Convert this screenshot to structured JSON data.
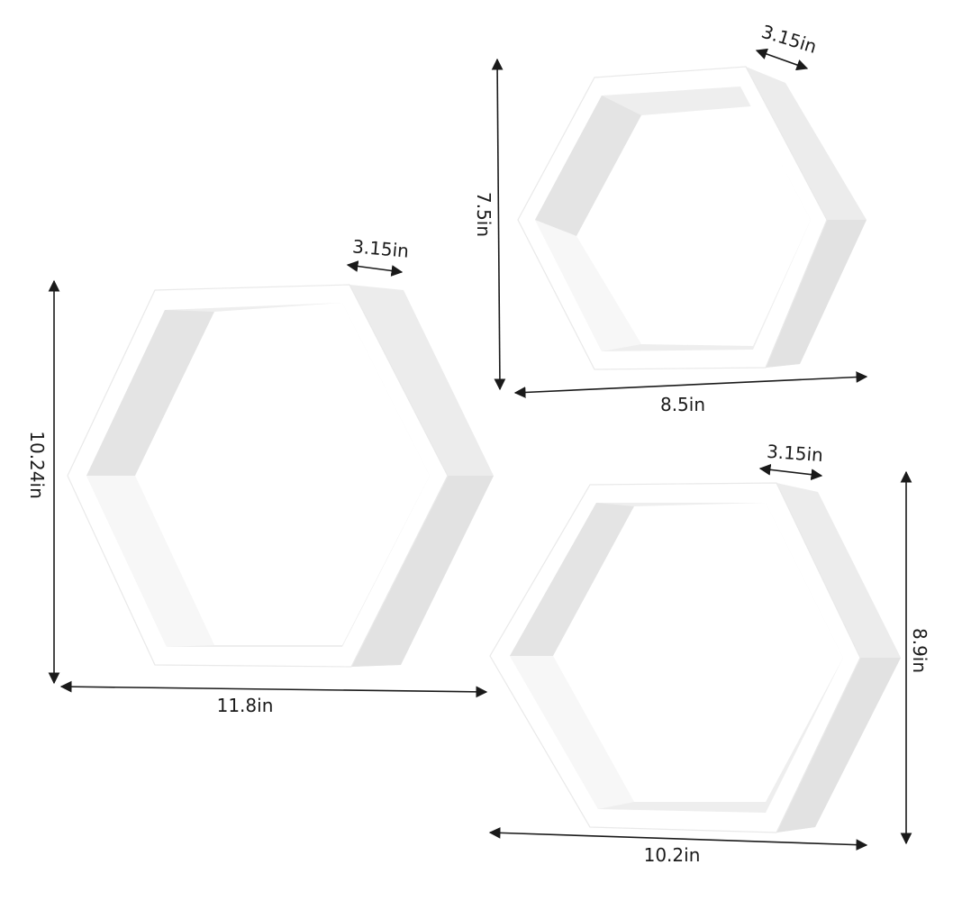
{
  "shelves": [
    {
      "id": "large",
      "height_label": "10.24in",
      "width_label": "11.8in",
      "depth_label": "3.15in"
    },
    {
      "id": "small",
      "height_label": "7.5in",
      "width_label": "8.5in",
      "depth_label": "3.15in"
    },
    {
      "id": "medium",
      "height_label": "8.9in",
      "width_label": "10.2in",
      "depth_label": "3.15in"
    }
  ],
  "colors": {
    "shelf": "#ffffff",
    "shadow": "#e4e4e4",
    "dimension_lines": "#1a1a1a"
  }
}
